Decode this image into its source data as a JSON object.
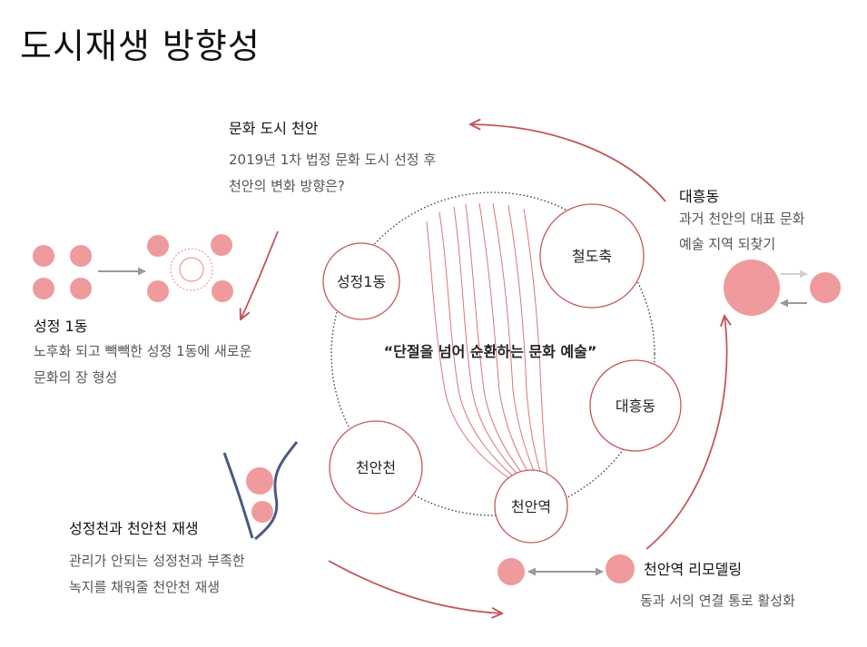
{
  "page": {
    "title": "도시재생 방향성"
  },
  "center_quote": "“단절을 넘어 순환하는 문화 예술”",
  "ring_nodes": [
    {
      "id": "seongjeong1",
      "label": "성정1동"
    },
    {
      "id": "railway",
      "label": "철도축"
    },
    {
      "id": "daeheung",
      "label": "대흥동"
    },
    {
      "id": "cheonancheon",
      "label": "천안천"
    },
    {
      "id": "station",
      "label": "천안역"
    }
  ],
  "sections": {
    "culture_city": {
      "heading": "문화 도시 천안",
      "lines": [
        "2019년 1차 법정 문화 도시 선정 후",
        "천안의 변화 방향은?"
      ]
    },
    "daeheung": {
      "heading": "대흥동",
      "lines": [
        "과거 천안의 대표 문화",
        "예술 지역 되찾기"
      ]
    },
    "seongjeong": {
      "heading": "성정 1동",
      "lines": [
        "노후화 되고 빽빽한 성정 1동에 새로운",
        "문화의 장 형성"
      ]
    },
    "streams": {
      "heading": "성정천과 천안천 재생",
      "lines": [
        "관리가 안되는 성정천과 부족한",
        "녹지를 채워줄 천안천 재생"
      ]
    },
    "station": {
      "heading": "천안역 리모델링",
      "lines": [
        "동과 서의 연결 통로 활성화"
      ]
    }
  },
  "colors": {
    "accent_red": "#c0585c",
    "dot_pink": "#ef9a9c",
    "stream_blue": "#4a5a80",
    "arrow_gray": "#999999",
    "light_gray": "#d0d0d0"
  }
}
